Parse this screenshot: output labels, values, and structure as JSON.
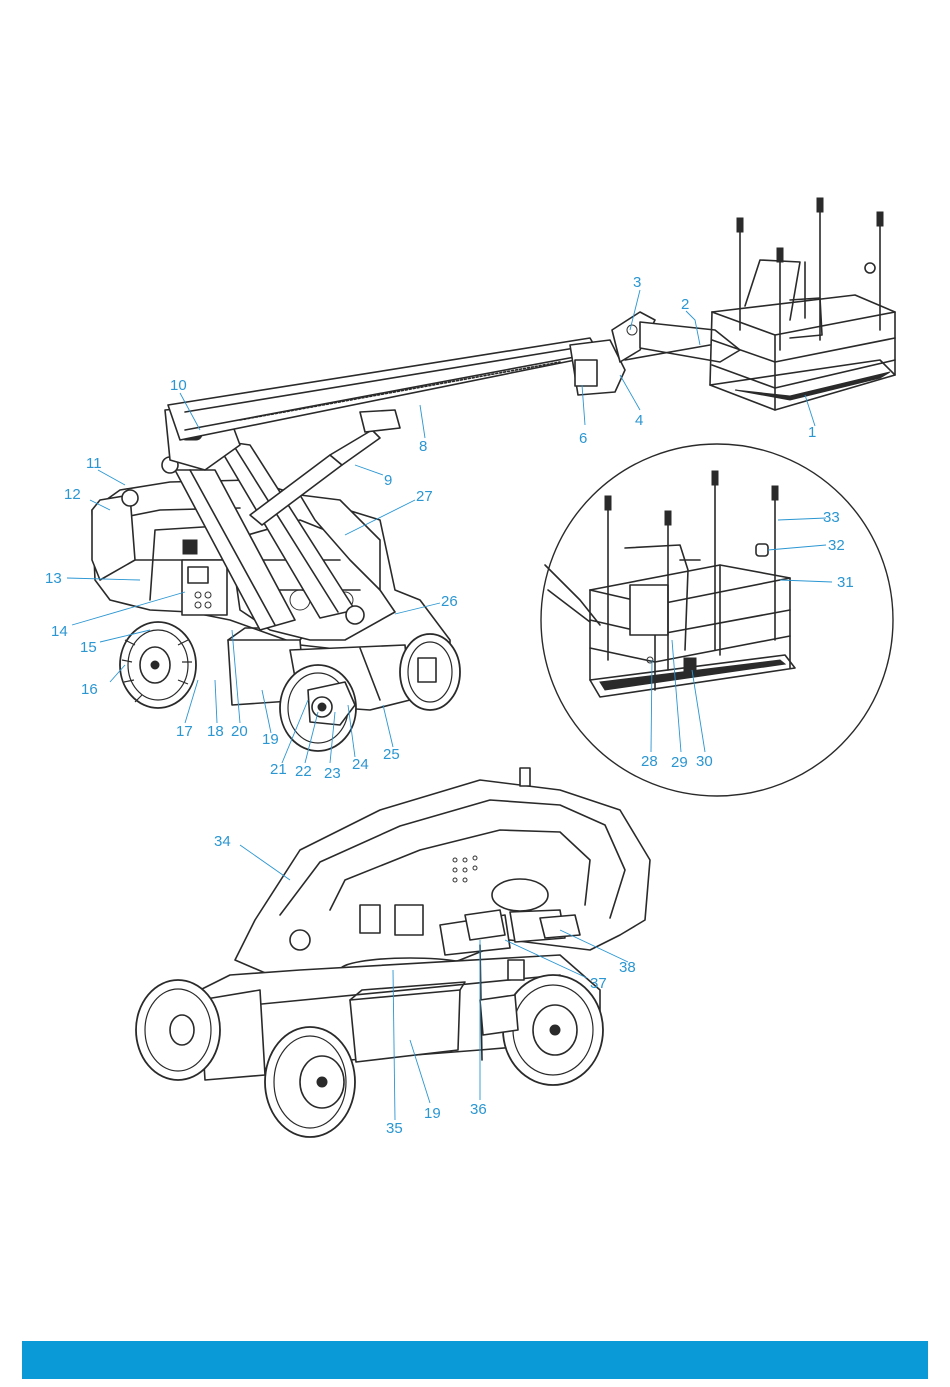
{
  "colors": {
    "label": "#2a96d2",
    "footer_bar": "#0a9ad8",
    "line_art": "#2a2a2a"
  },
  "labels": [
    "1",
    "2",
    "3",
    "4",
    "6",
    "8",
    "9",
    "10",
    "11",
    "12",
    "13",
    "14",
    "15",
    "16",
    "17",
    "18",
    "19",
    "20",
    "21",
    "22",
    "23",
    "24",
    "25",
    "26",
    "27",
    "28",
    "29",
    "30",
    "31",
    "32",
    "33",
    "34",
    "35",
    "36",
    "37",
    "38"
  ],
  "label_bottom_19": "19"
}
